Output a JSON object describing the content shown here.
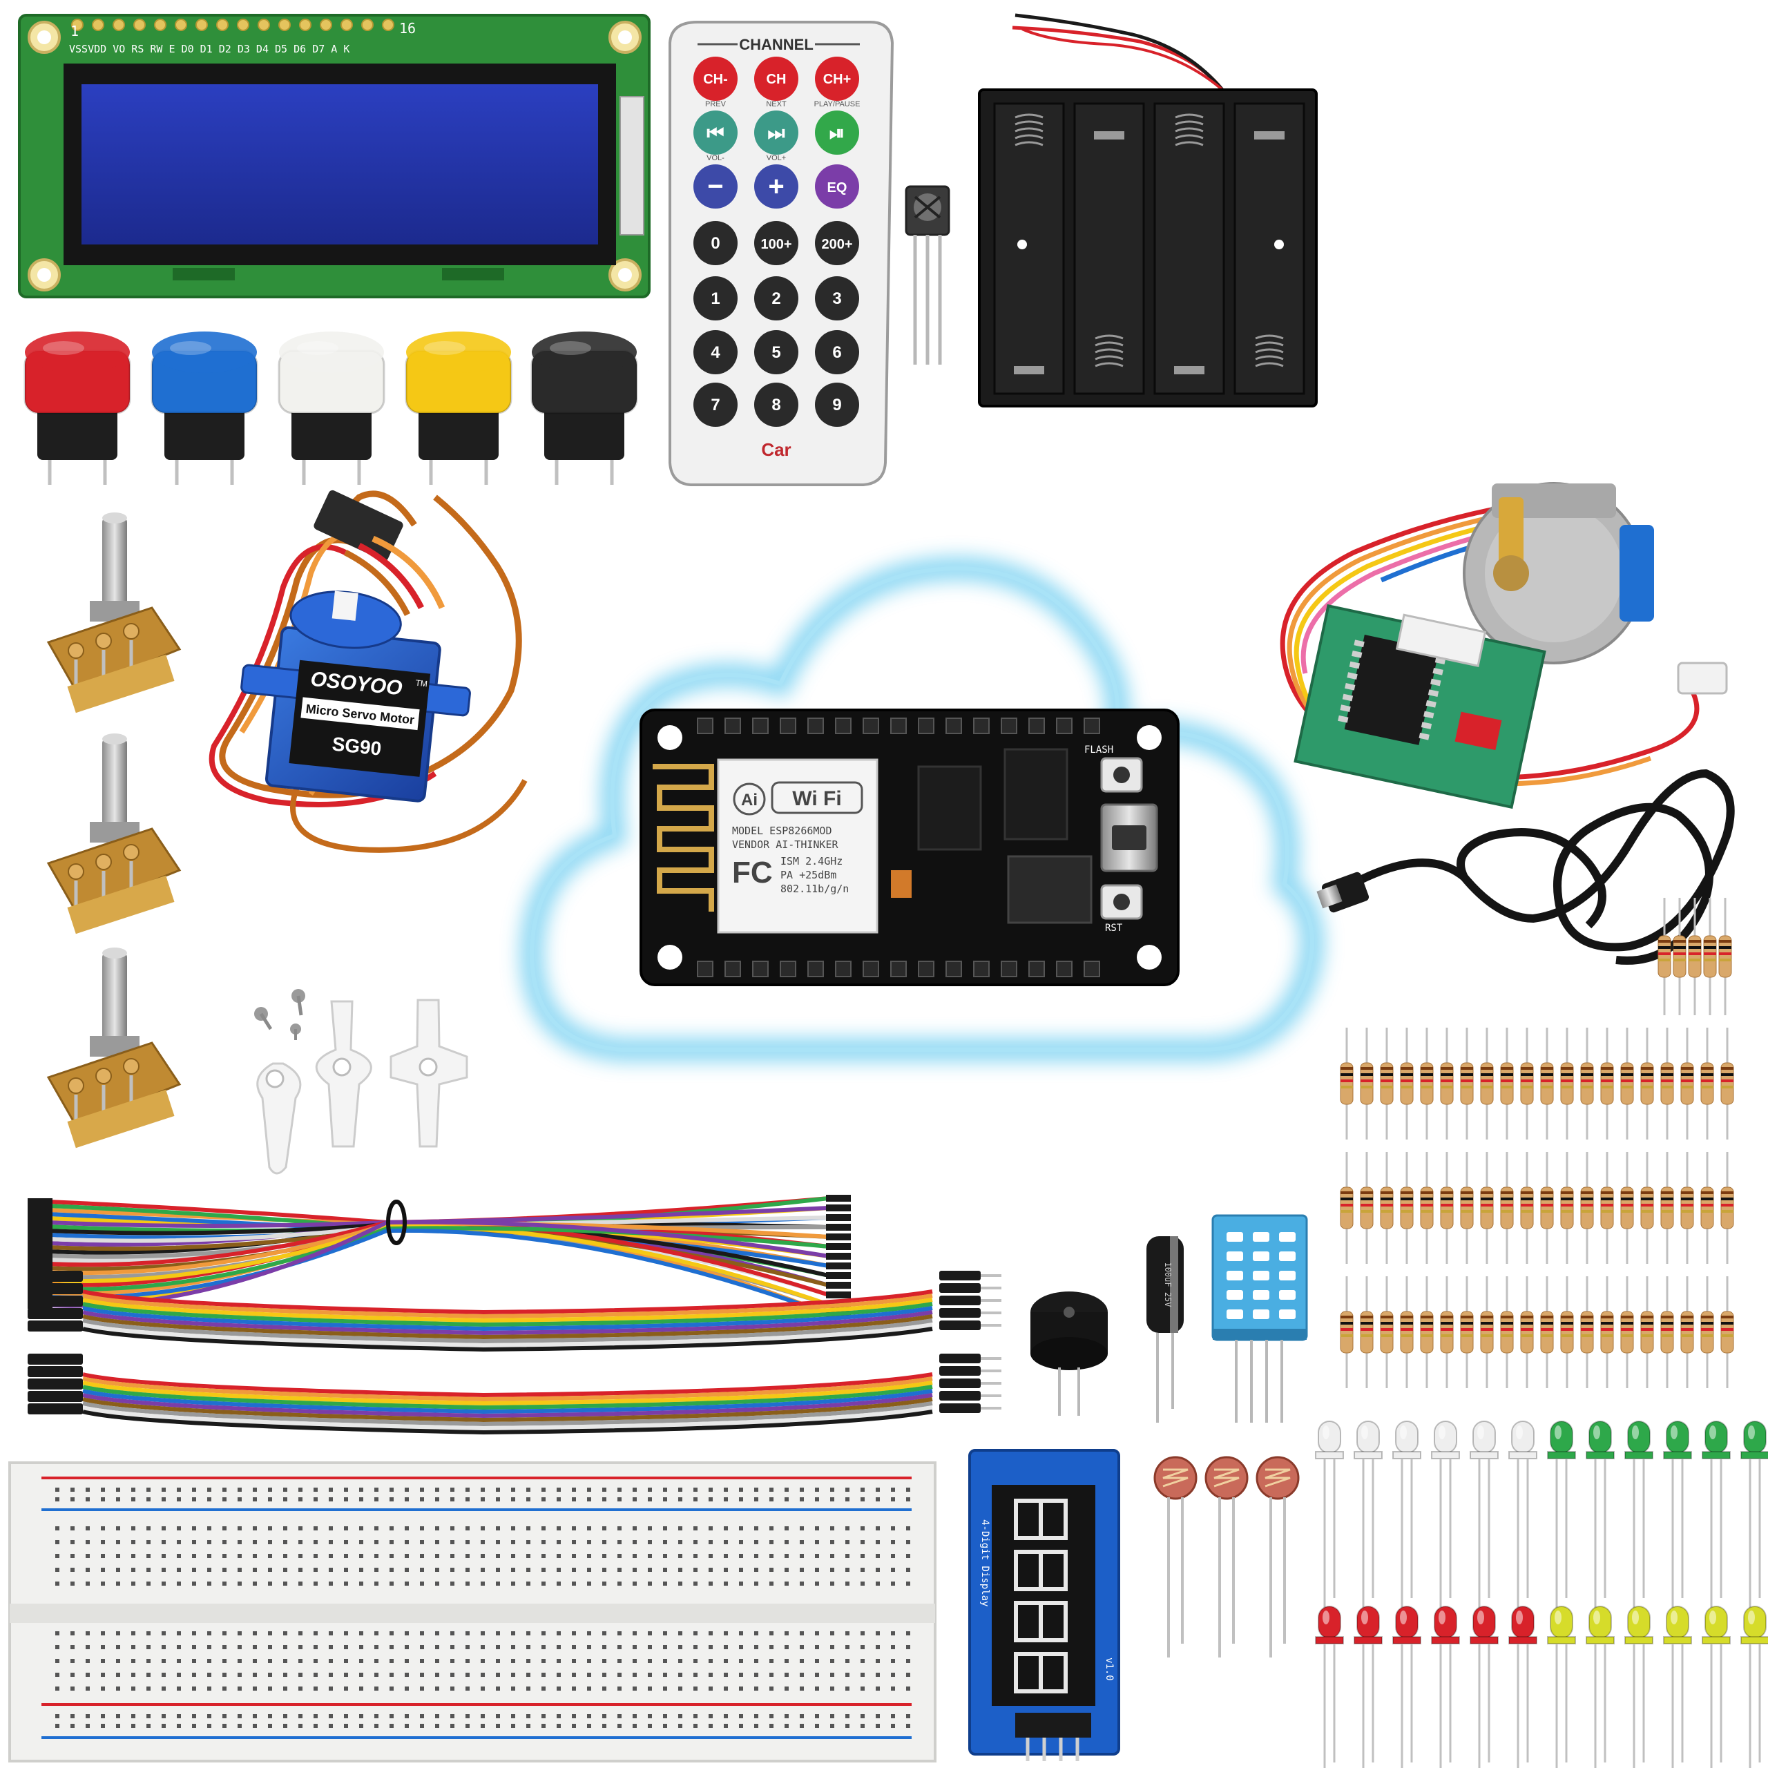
{
  "lcd": {
    "pin_first": "1",
    "pin_last": "16",
    "pin_labels": "VSSVDD VO RS RW E D0 D1 D2 D3 D4 D5 D6 D7 A K"
  },
  "remote": {
    "header": "CHANNEL",
    "row1": [
      "CH-",
      "CH",
      "CH+"
    ],
    "row1_captions": [
      "PREV",
      "NEXT",
      "PLAY/PAUSE"
    ],
    "row3_captions": [
      "VOL-",
      "VOL+"
    ],
    "row3_eq": "EQ",
    "digit_rows": [
      [
        "0",
        "100+",
        "200+"
      ],
      [
        "1",
        "2",
        "3"
      ],
      [
        "4",
        "5",
        "6"
      ],
      [
        "7",
        "8",
        "9"
      ]
    ],
    "brand": "Car"
  },
  "servo": {
    "brand": "OSOYOO",
    "trademark": "TM",
    "line1": "Micro Servo Motor",
    "line2": "SG90"
  },
  "esp_board": {
    "ai_badge": "Ai",
    "wifi_badge": "Wi Fi",
    "model_line": "MODEL  ESP8266MOD",
    "vendor_line": "VENDOR AI-THINKER",
    "fc_mark": "FC",
    "spec_line1": "ISM 2.4GHz",
    "spec_line2": "PA  +25dBm",
    "spec_line3": "802.11b/g/n",
    "flash_label": "FLASH",
    "rst_label": "RST"
  },
  "display_module": {
    "caption": "4-Digit Display",
    "version": "v1.0",
    "digits": "88:88"
  },
  "capacitor": {
    "marking": "100uF 25V"
  },
  "buttons": {
    "colors": [
      "#d8222a",
      "#1f6fd1",
      "#f2f2ee",
      "#f5c815",
      "#2a2a2a"
    ]
  },
  "leds": {
    "top_row_colors": [
      "#eeeeee",
      "#eeeeee",
      "#eeeeee",
      "#eeeeee",
      "#eeeeee",
      "#eeeeee",
      "#2ea84a",
      "#2ea84a",
      "#2ea84a",
      "#2ea84a",
      "#2ea84a",
      "#2ea84a"
    ],
    "bottom_row_colors": [
      "#d8222a",
      "#d8222a",
      "#d8222a",
      "#d8222a",
      "#d8222a",
      "#d8222a",
      "#d6dc2a",
      "#d6dc2a",
      "#d6dc2a",
      "#d6dc2a",
      "#d6dc2a",
      "#d6dc2a"
    ]
  },
  "palette": {
    "lcd_pcb": "#2f8f3a",
    "lcd_screen": "#2334a8",
    "cloud_glow": "#7fd3f2",
    "breadboard": "#f1f1ef",
    "rail_red": "#d8222a",
    "rail_blue": "#1f6fd1",
    "servo_blue": "#2459c9",
    "stepper_silver": "#b8b8b8"
  }
}
